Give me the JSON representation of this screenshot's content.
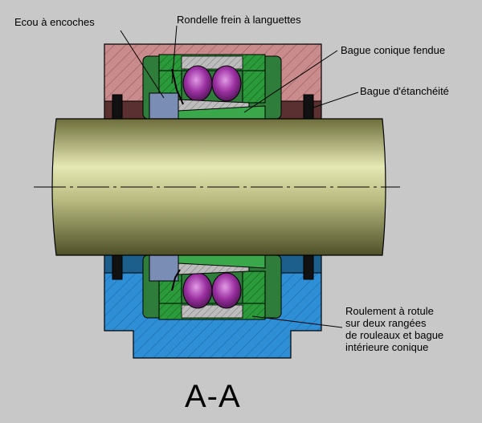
{
  "labels": {
    "notched_nut": "Ecou à encoches",
    "tab_washer": "Rondelle frein à languettes",
    "split_cone": "Bague conique fendue",
    "seal_ring": "Bague d'étanchéité",
    "bearing_lines": [
      "Roulement à rotule",
      "sur deux rangées",
      "de rouleaux et bague",
      " intérieure conique"
    ]
  },
  "section_label": "A-A",
  "colors": {
    "background": "#c8c8c8",
    "housing_top": "#c98b8b",
    "housing_bottom": "#2e8fd6",
    "shaft": "#b8ba80",
    "bearing_ring": "#2b9a3a",
    "rollers": "#9a2fa0",
    "split_cone": "#3aa84a",
    "nut": "#7a8db5",
    "seal": "#111111"
  }
}
